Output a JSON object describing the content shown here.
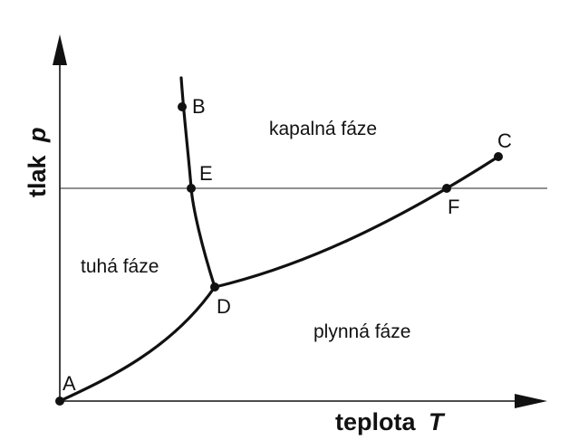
{
  "axes": {
    "x_title": "teplota",
    "x_symbol": "T",
    "y_title": "tlak",
    "y_symbol": "p"
  },
  "regions": {
    "liquid": "kapalná fáze",
    "solid": "tuhá fáze",
    "gas": "plynná fáze"
  },
  "points": {
    "A": "A",
    "B": "B",
    "C": "C",
    "D": "D",
    "E": "E",
    "F": "F"
  },
  "colors": {
    "ink": "#111111",
    "background": "#ffffff"
  }
}
